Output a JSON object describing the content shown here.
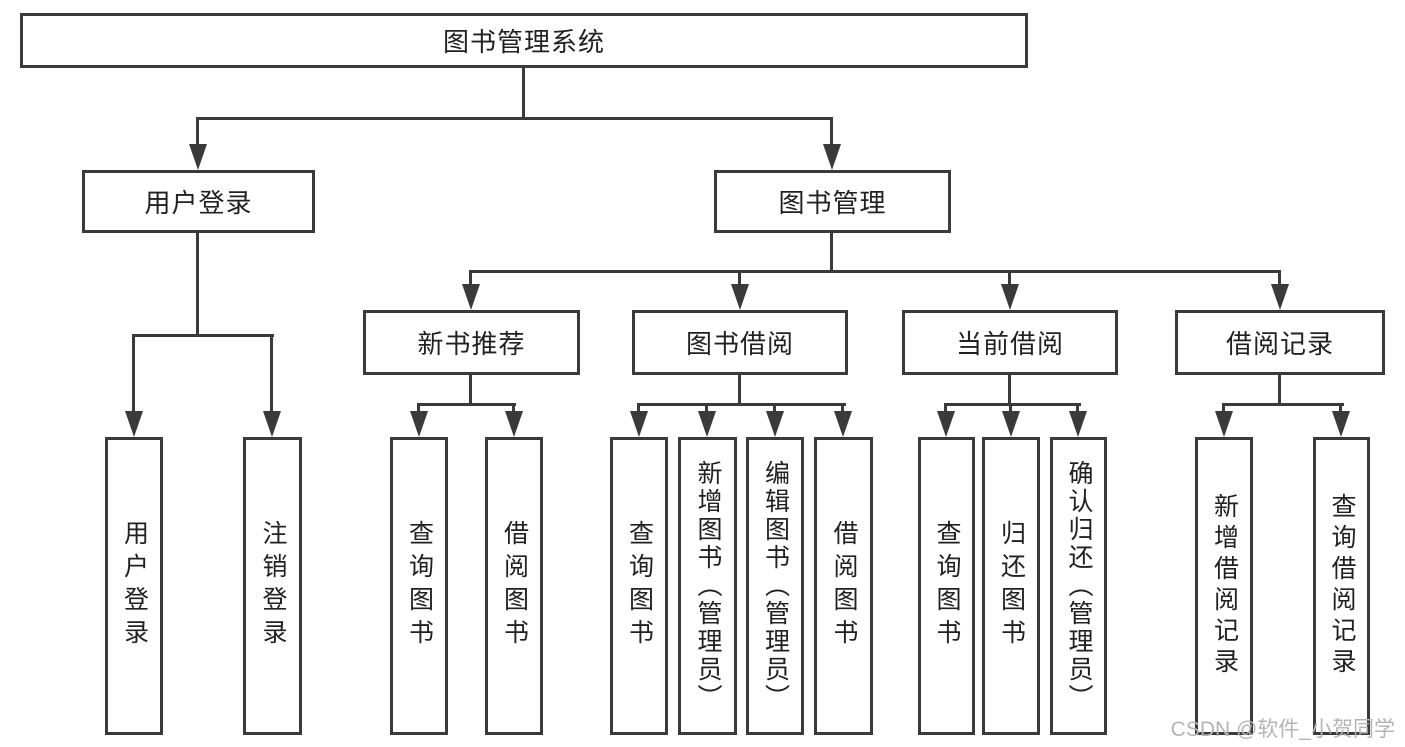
{
  "colors": {
    "line": "#3a3a3a",
    "text": "#212121",
    "watermark_text": "#b4b4b4",
    "background": "#ffffff"
  },
  "watermark": {
    "label": "CSDN @软件_小贺同学"
  },
  "tree": {
    "label": "图书管理系统",
    "children": [
      {
        "label": "用户登录",
        "children": [
          {
            "label": "用户登录"
          },
          {
            "label": "注销登录"
          }
        ]
      },
      {
        "label": "图书管理",
        "children": [
          {
            "label": "新书推荐",
            "children": [
              {
                "label": "查询图书"
              },
              {
                "label": "借阅图书"
              }
            ]
          },
          {
            "label": "图书借阅",
            "children": [
              {
                "label": "查询图书"
              },
              {
                "label": "新增图书（管理员）"
              },
              {
                "label": "编辑图书（管理员）"
              },
              {
                "label": "借阅图书"
              }
            ]
          },
          {
            "label": "当前借阅",
            "children": [
              {
                "label": "查询图书"
              },
              {
                "label": "归还图书"
              },
              {
                "label": "确认归还（管理员）"
              }
            ]
          },
          {
            "label": "借阅记录",
            "children": [
              {
                "label": "新增借阅记录"
              },
              {
                "label": "查询借阅记录"
              }
            ]
          }
        ]
      }
    ]
  }
}
